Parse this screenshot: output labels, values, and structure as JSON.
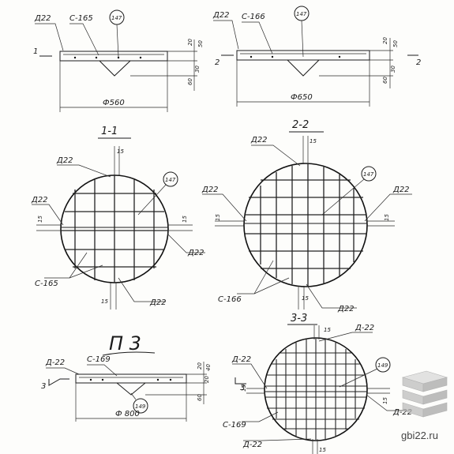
{
  "titles": {
    "s11": "1-1",
    "s22": "2-2",
    "s33": "3-3",
    "p3": "П 3"
  },
  "labels": {
    "d22_a": "Д22",
    "d22_b": "Д-22",
    "c165": "С-165",
    "c166": "С-166",
    "c169": "С-169",
    "n147": "147",
    "n149": "149",
    "sec1": "1",
    "sec2": "2",
    "sec3": "3"
  },
  "dims": {
    "phi560": "Ф560",
    "phi650": "Ф650",
    "phi800": "Ф 800",
    "d15": "15",
    "d20": "20",
    "d30": "30",
    "d40": "40",
    "d50": "50",
    "d60": "60"
  },
  "watermark": {
    "site": "gbi22.ru"
  }
}
